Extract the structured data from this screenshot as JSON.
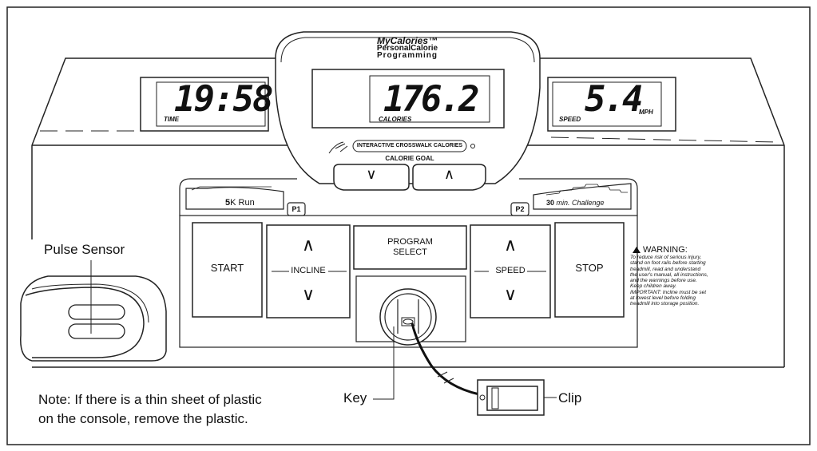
{
  "brand": {
    "line1": "MyCalories™",
    "line2": "PersonalCalorie",
    "line3": "Programming"
  },
  "displays": {
    "time": {
      "value": "19:58",
      "label": "TIME"
    },
    "calories": {
      "value": "176.2",
      "label": "CALORIES"
    },
    "speed": {
      "value": "5.4",
      "label": "SPEED",
      "unit": "MPH"
    }
  },
  "crosswalk_badge": "INTERACTIVE CROSSWALK CALORIES",
  "calorie_goal": {
    "label": "CALORIE GOAL",
    "down_symbol": "∨",
    "up_symbol": "∧"
  },
  "programs": {
    "p1": {
      "badge": "P1",
      "name_bold": "5",
      "name_rest": "K Run"
    },
    "p2": {
      "badge": "P2",
      "name_bold": "30",
      "name_rest": " min. Challenge"
    }
  },
  "buttons": {
    "start": "START",
    "incline": "INCLINE",
    "incline_up": "∧",
    "incline_down": "∨",
    "program_select_1": "PROGRAM",
    "program_select_2": "SELECT",
    "speed": "SPEED",
    "speed_up": "∧",
    "speed_down": "∨",
    "stop": "STOP"
  },
  "warning": {
    "title": "WARNING:",
    "lines": [
      "To reduce risk of serious injury,",
      "stand on foot rails before starting",
      "treadmill, read and understand",
      "the user's manual, all instructions,",
      "and the warnings before use.",
      "Keep children away.",
      "IMPORTANT: Incline must be set",
      "at lowest level before folding",
      "treadmill into storage position."
    ]
  },
  "callouts": {
    "pulse_sensor": "Pulse Sensor",
    "key": "Key",
    "clip": "Clip",
    "note_line1": "Note: If there is a thin sheet of plastic",
    "note_line2": "on the console, remove the plastic."
  }
}
